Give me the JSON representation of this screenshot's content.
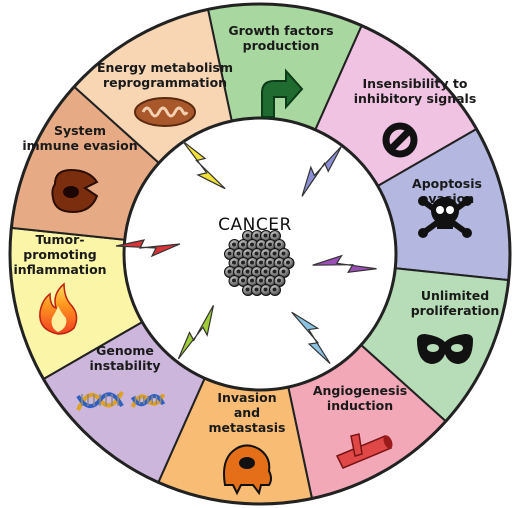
{
  "center": {
    "label": "CANCER"
  },
  "hallmarks": [
    {
      "lines": [
        "Growth factors",
        "production"
      ],
      "color": "#a9d7a0",
      "icon": "arrow-icon"
    },
    {
      "lines": [
        "Insensibility to",
        "inhibitory signals"
      ],
      "color": "#f0c3e3",
      "icon": "stop-icon"
    },
    {
      "lines": [
        "Apoptosis",
        "evasion"
      ],
      "color": "#b4b8e0",
      "icon": "skull-icon"
    },
    {
      "lines": [
        "Unlimited",
        "proliferation"
      ],
      "color": "#b6ddb7",
      "icon": "mask-icon"
    },
    {
      "lines": [
        "Angiogenesis",
        "induction"
      ],
      "color": "#f3a8b8",
      "icon": "vessel-icon"
    },
    {
      "lines": [
        "Invasion",
        "and",
        "metastasis"
      ],
      "color": "#f8bc74",
      "icon": "invading-cell-icon"
    },
    {
      "lines": [
        "Genome",
        "instability"
      ],
      "color": "#cdb6dc",
      "icon": "dna-icon"
    },
    {
      "lines": [
        "Tumor-",
        "promoting",
        "inflammation"
      ],
      "color": "#fbf5a8",
      "icon": "flame-icon"
    },
    {
      "lines": [
        "System",
        "immune evasion"
      ],
      "color": "#e6ab84",
      "icon": "immune-cell-icon"
    },
    {
      "lines": [
        "Energy metabolism",
        "reprogrammation"
      ],
      "color": "#f8d6b4",
      "icon": "mitochondrion-icon"
    }
  ],
  "bolt_colors": [
    "#f3e23a",
    "#8c8fd6",
    "#9a4fb7",
    "#8cc3e2",
    "#9fcd3a",
    "#d9333a"
  ]
}
